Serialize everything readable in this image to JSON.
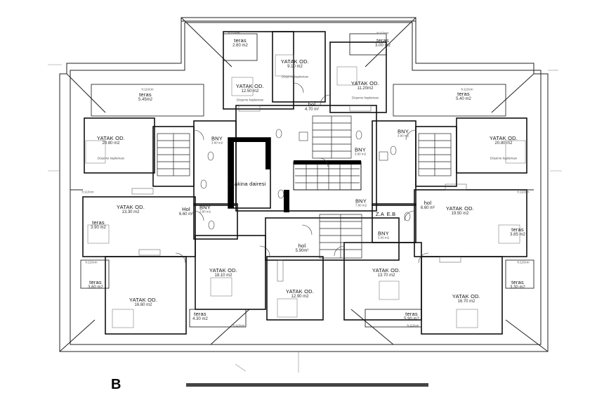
{
  "plan": {
    "block_letter": "B",
    "rooms": [
      {
        "name": "YATAK OD.",
        "area": "9.10 m2"
      },
      {
        "name": "YATAK OD.",
        "area": "12.50 m2"
      },
      {
        "name": "YATAK OD.",
        "area": "11.20m2"
      },
      {
        "name": "teras",
        "area": "2.60 m2"
      },
      {
        "name": "teras",
        "area": "3.00 m2"
      },
      {
        "name": "teras",
        "area": "5.45m2"
      },
      {
        "name": "teras",
        "area": "5.40 m2"
      },
      {
        "name": "hol",
        "area": "4.70 m²"
      },
      {
        "name": "YATAK OD.",
        "area": "20.80 m2"
      },
      {
        "name": "YATAK OD.",
        "area": "20.80 m2"
      },
      {
        "name": "BNY",
        "area": "3.90 m2"
      },
      {
        "name": "BNY",
        "area": "3.90 m2"
      },
      {
        "name": "BNY",
        "area": "3.90 m2"
      },
      {
        "name": "BNY",
        "area": "2.80 m2"
      },
      {
        "name": "BNY",
        "area": "7.80 m2"
      },
      {
        "name": "BNY",
        "area": "3.00 m2"
      },
      {
        "name": "makina dairesi",
        "area": ""
      },
      {
        "name": "YATAK OD.",
        "area": "13.30 m2"
      },
      {
        "name": "Hol",
        "area": "6.60 m²"
      },
      {
        "name": "hol",
        "area": "6.60 m²"
      },
      {
        "name": "YATAK OD.",
        "area": "19.50 m2"
      },
      {
        "name": "teras",
        "area": "3.85 m2"
      },
      {
        "name": "teras",
        "area": "3.90 m2"
      },
      {
        "name": "Z.A",
        "area": ""
      },
      {
        "name": "E.B",
        "area": ""
      },
      {
        "name": "hol",
        "area": "5.90m²"
      },
      {
        "name": "YATAK OD.",
        "area": "18.10 m2"
      },
      {
        "name": "YATAK OD.",
        "area": "13.70 m2"
      },
      {
        "name": "YATAK OD.",
        "area": "12.90 m2"
      },
      {
        "name": "teras",
        "area": "3.60 m2"
      },
      {
        "name": "YATAK OD.",
        "area": "16.60 m2"
      },
      {
        "name": "YATAK OD.",
        "area": "16.70 m2"
      },
      {
        "name": "teras",
        "area": "3.30 m2"
      },
      {
        "name": "teras",
        "area": "4.30 m2"
      },
      {
        "name": "teras",
        "area": "5.90 m2"
      }
    ],
    "level_tags": [
      "h:110cm",
      "h:110cm",
      "h:110cm",
      "h:110cm",
      "h:110cm",
      "h:110cm",
      "h:110cm",
      "h:110cm",
      "h:110cm",
      "h:110cm"
    ],
    "note": "Döşeme kaplaması"
  }
}
